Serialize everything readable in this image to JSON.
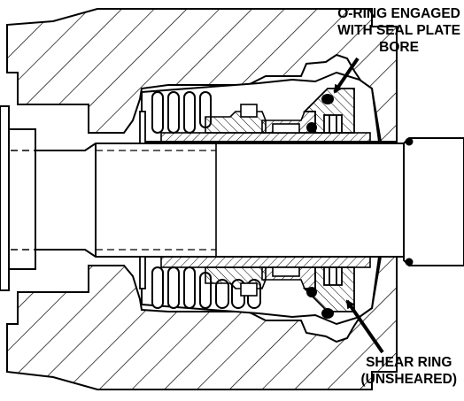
{
  "callouts": {
    "oring": {
      "line1": "O-RING ENGAGED",
      "line2": "WITH SEAL PLATE",
      "line3": "BORE"
    },
    "shear_ring": {
      "line1": "SHEAR RING",
      "line2": "(UNSHEARED)"
    }
  },
  "colors": {
    "ink": "#000000",
    "paper": "#ffffff"
  }
}
